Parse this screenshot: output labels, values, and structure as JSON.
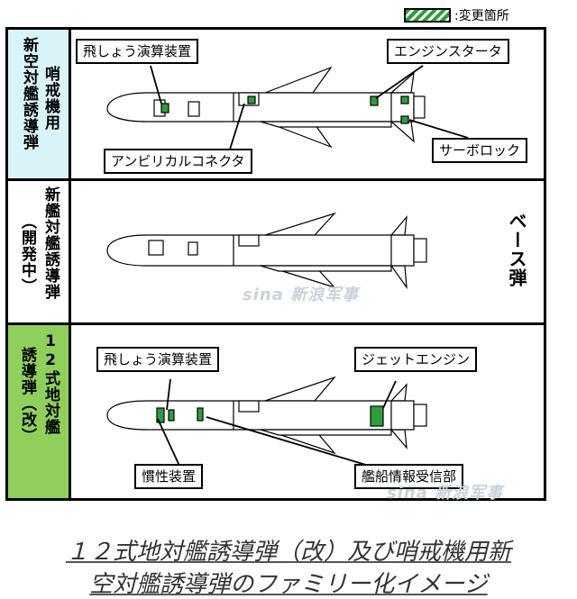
{
  "legend": {
    "label": ":変更箇所",
    "swatch_color": "#2e9e3c"
  },
  "rows": [
    {
      "label": "哨戒機用新空対艦誘導弾",
      "label_col1": "新空対艦誘導弾",
      "label_col2": "哨戒機用",
      "label_bg": "#d8f4f8",
      "callouts": {
        "flight_computer": "飛しょう演算装置",
        "engine_starter": "エンジンスタータ",
        "umbilical_connector": "アンビリカルコネクタ",
        "servo_lock": "サーボロック"
      }
    },
    {
      "label": "新艦対艦誘導弾（開発中）",
      "label_col1": "（開発中）",
      "label_col2": "新艦対艦誘導弾",
      "label_bg": "#ffffff",
      "side_label": "ベース弾",
      "watermark": "sina 新浪军事"
    },
    {
      "label": "12式地対艦誘導弾（改）",
      "label_col1": "誘導弾（改）",
      "label_col2": "12式地対艦",
      "label_bg": "#8fcf5c",
      "callouts": {
        "flight_computer": "飛しょう演算装置",
        "jet_engine": "ジェットエンジン",
        "inertial_unit": "慣性装置",
        "ship_info_receiver": "艦船情報受信部"
      },
      "watermark": "sina 新浪军事"
    }
  ],
  "caption": {
    "line1": "１２式地対艦誘導弾（改）及び哨戒機用新",
    "line2": "空対艦誘導弾のファミリー化イメージ"
  }
}
